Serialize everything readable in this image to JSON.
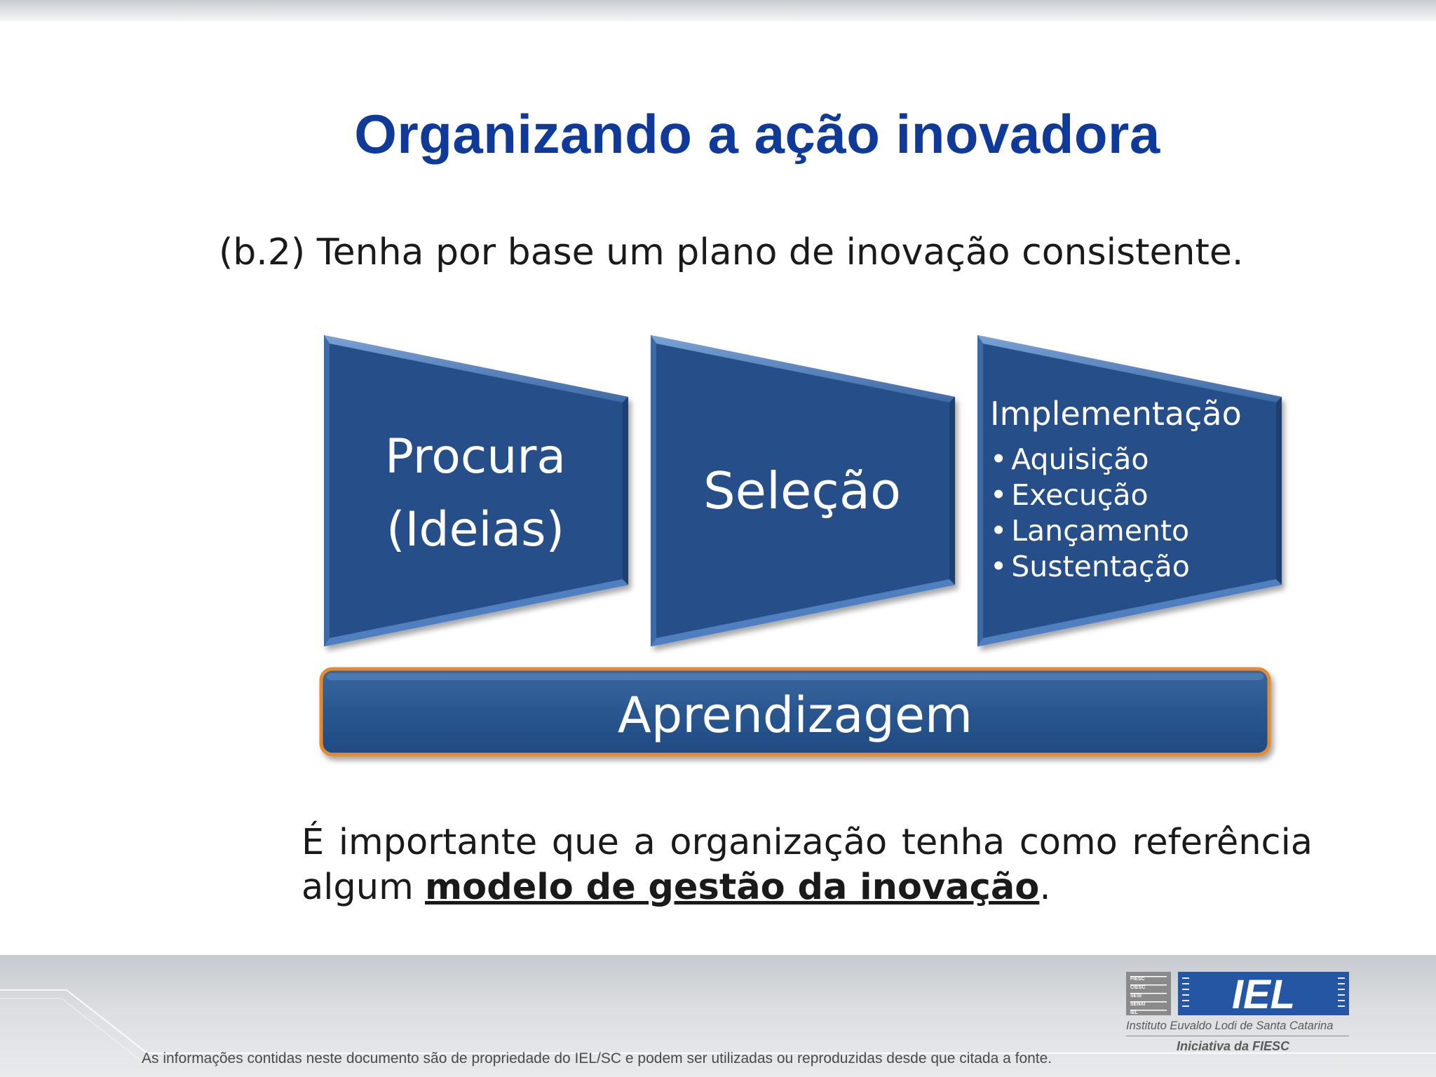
{
  "slide": {
    "title": "Organizando a ação inovadora",
    "subtitle": "(b.2) Tenha por base um plano de inovação consistente."
  },
  "diagram": {
    "stages": [
      {
        "line1": "Procura",
        "line2": "(Ideias)"
      },
      {
        "label": "Seleção"
      },
      {
        "title": "Implementação",
        "items": [
          "Aquisição",
          "Execução",
          "Lançamento",
          "Sustentação"
        ]
      }
    ],
    "base_bar": "Aprendizagem"
  },
  "note": {
    "text_before": "É importante que a organização tenha como referência algum ",
    "emphasis": "modelo de gestão da inovação",
    "text_after": "."
  },
  "footer": {
    "disclaimer": "As informações contidas neste documento são de propriedade do IEL/SC e podem ser utilizadas ou reproduzidas desde que citada a fonte.",
    "logo_small_lines": [
      "FIESC",
      "CIESC",
      "SESI",
      "SENAI",
      "IEL"
    ],
    "logo_big": "IEL",
    "logo_caption": "Instituto Euvaldo Lodi de Santa Catarina",
    "logo_tagline": "Iniciativa da FIESC"
  },
  "colors": {
    "title": "#0f3a9a",
    "shape_fill": "#25508a",
    "shape_bevel": "#4f7fbe",
    "bar_outline": "#e58a2e"
  }
}
